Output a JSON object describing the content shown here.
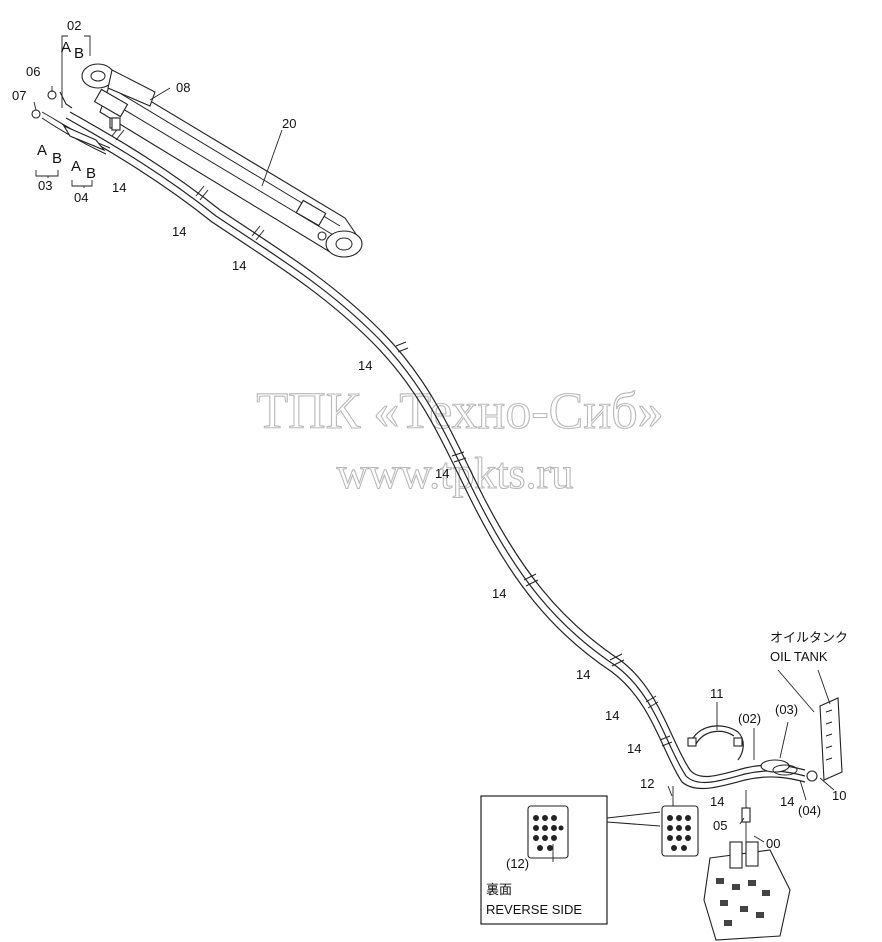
{
  "watermark": {
    "line1": "ТПК «Техно-Сиб»",
    "line2": "www.tpkts.ru"
  },
  "callouts": {
    "c02_top": "02",
    "ab_top_a": "A",
    "ab_top_b": "B",
    "c06": "06",
    "c07": "07",
    "c08": "08",
    "c20": "20",
    "ab_03_a": "A",
    "ab_03_b": "B",
    "c03": "03",
    "ab_04_a": "A",
    "ab_04_b": "B",
    "c04": "04",
    "c14_a": "14",
    "c14_b": "14",
    "c14_c": "14",
    "c14_d": "14",
    "c14_e": "14",
    "c14_f": "14",
    "c14_g": "14",
    "c14_h": "14",
    "c14_i": "14",
    "c14_j": "14",
    "c14_k": "14",
    "c11": "11",
    "c02_paren": "(02)",
    "c03_paren": "(03)",
    "c04_paren": "(04)",
    "c10": "10",
    "c12": "12",
    "c05": "05",
    "c00": "00",
    "c12_paren": "(12)"
  },
  "oil_tank": {
    "jp": "オイルタンク",
    "en": "OIL TANK"
  },
  "inset": {
    "jp": "裏面",
    "en": "REVERSE SIDE"
  }
}
